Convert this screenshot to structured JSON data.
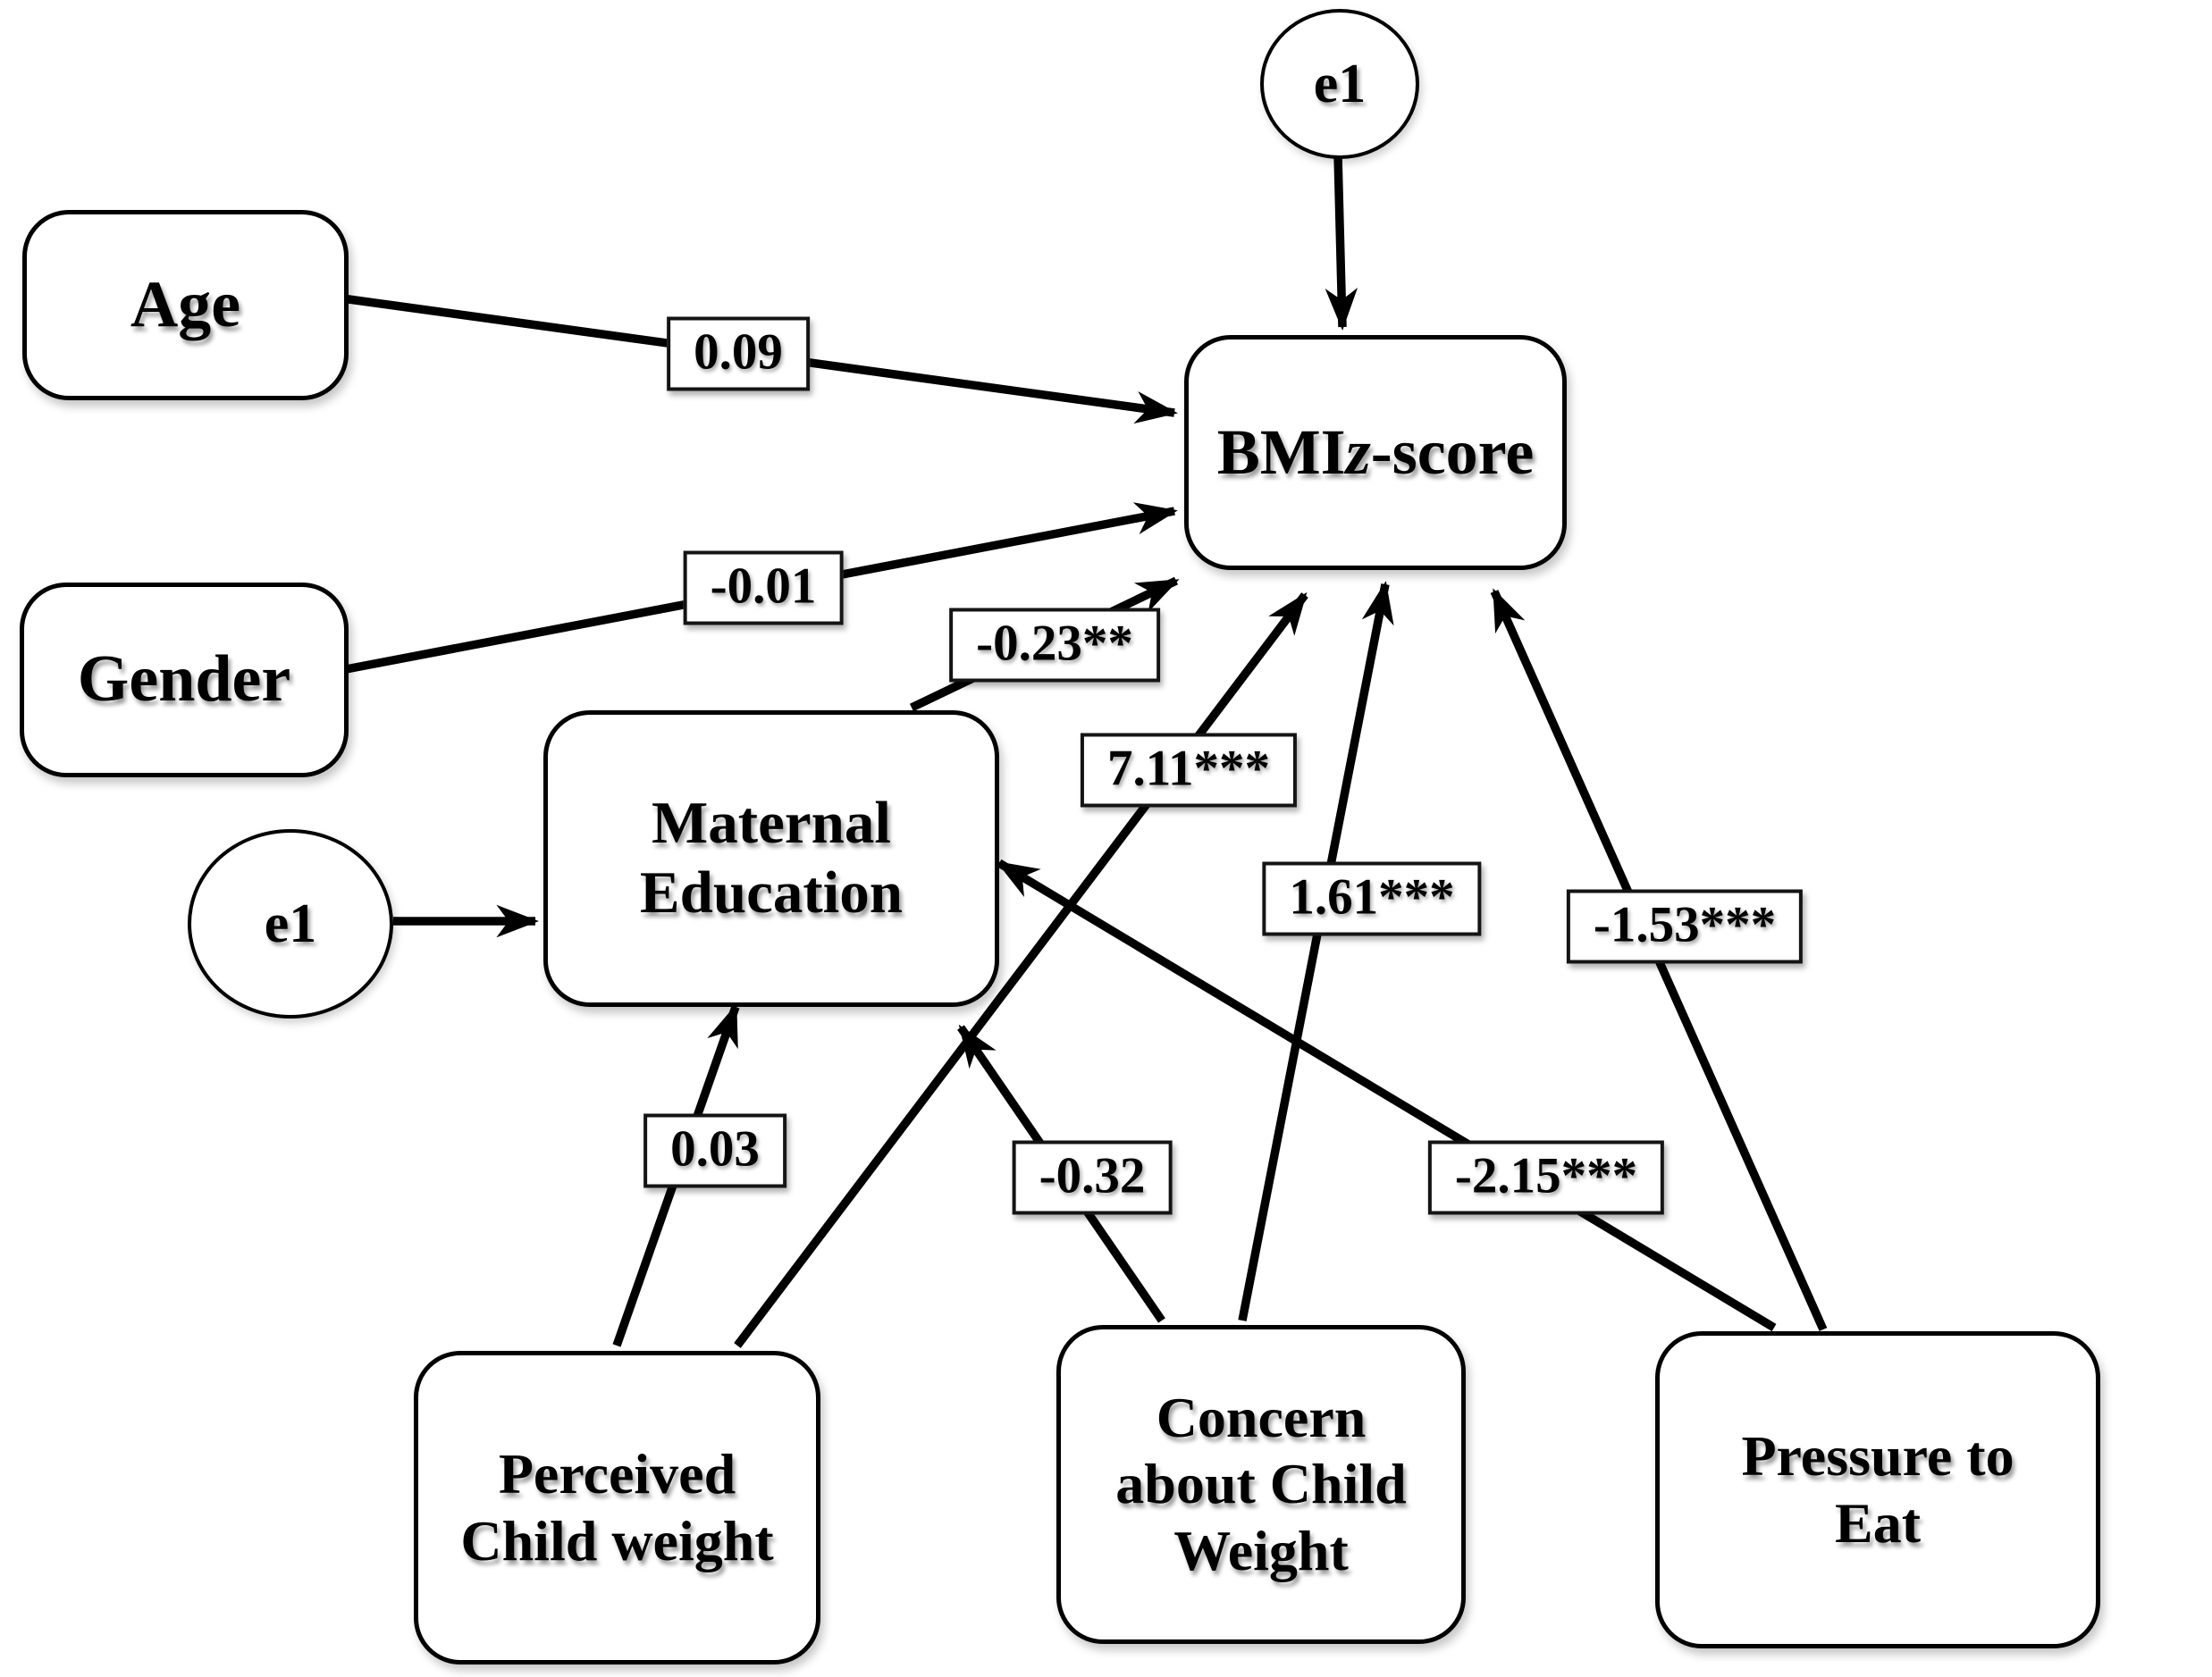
{
  "figure": {
    "nodes": {
      "age": {
        "label": "Age"
      },
      "gender": {
        "label": "Gender"
      },
      "bmi": {
        "pre": "BMI ",
        "z": "z",
        "post": "-score"
      },
      "maternal_education": {
        "line1": "Maternal",
        "line2": "Education"
      },
      "perceived_child_weight": {
        "line1": "Perceived",
        "line2": "Child weight"
      },
      "concern_about_child_weight": {
        "line1": "Concern",
        "line2": "about Child",
        "line3": "Weight"
      },
      "pressure_to_eat": {
        "line1": "Pressure to",
        "line2": "Eat"
      }
    },
    "error_terms": {
      "bmi_error": "e1",
      "maternal_education_error": "e1"
    },
    "path_coefficients": {
      "age_to_bmi": "0.09",
      "gender_to_bmi": "-0.01",
      "maternal_education_to_bmi": "-0.23**",
      "perceived_weight_to_bmi": "7.11***",
      "concern_to_bmi": "1.61***",
      "pressure_to_bmi": "-1.53***",
      "perceived_weight_to_maternal_education": "0.03",
      "concern_to_maternal_education": "-0.32",
      "pressure_to_maternal_education": "-2.15***"
    }
  }
}
